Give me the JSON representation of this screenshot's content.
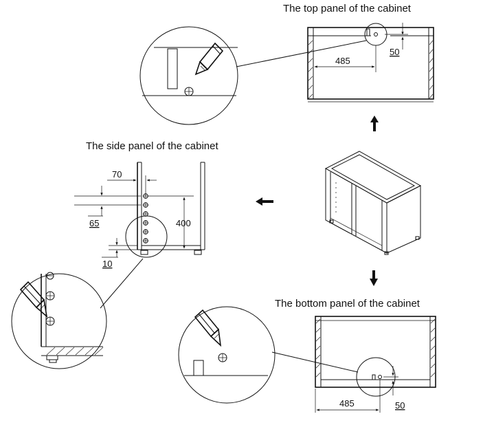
{
  "titles": {
    "top": "The top panel of the cabinet",
    "side": "The side panel of the cabinet",
    "bottom": "The bottom panel of the cabinet"
  },
  "dims": {
    "top_width": "485",
    "top_offset": "50",
    "side_70": "70",
    "side_65": "65",
    "side_400": "400",
    "side_10": "10",
    "bottom_width": "485",
    "bottom_offset": "50"
  }
}
